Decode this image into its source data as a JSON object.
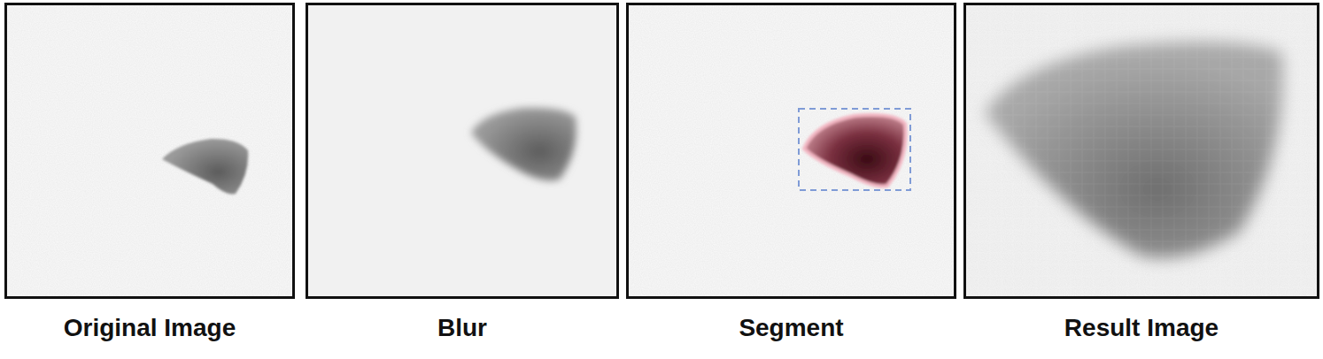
{
  "diagram": {
    "nodes": [
      {
        "text": [
          "Original Image"
        ]
      },
      {
        "text": [
          "Blur"
        ]
      },
      {
        "text": [
          "Segment"
        ]
      },
      {
        "text": [
          "Result Image"
        ]
      }
    ]
  }
}
